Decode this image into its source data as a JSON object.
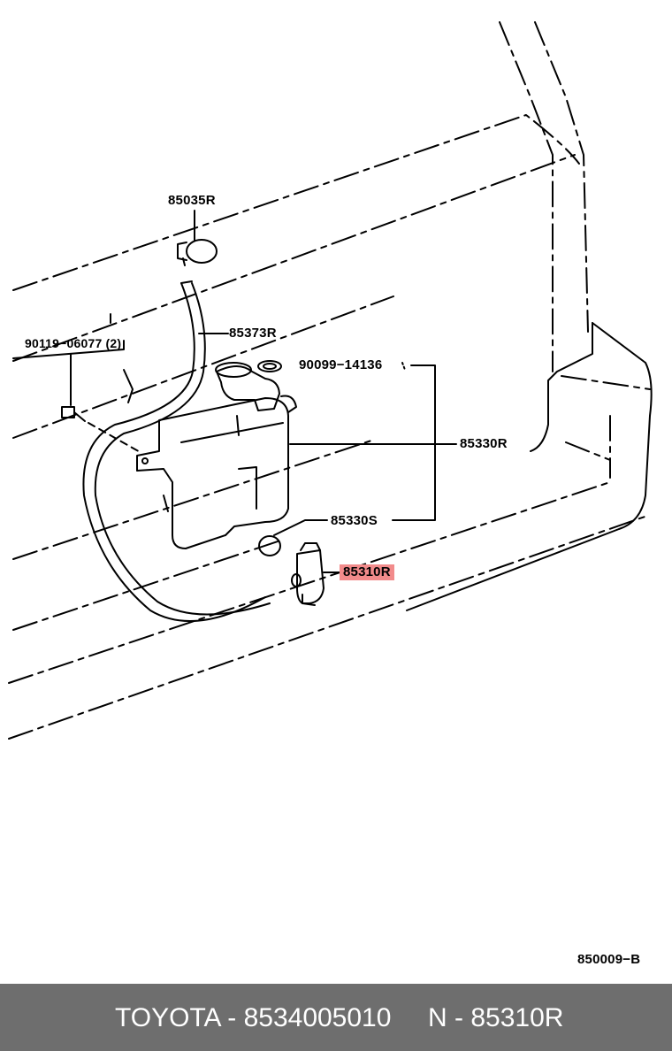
{
  "diagram": {
    "callouts": {
      "p85035R": "85035R",
      "p85373R": "85373R",
      "p90119": "90119−06077 (2)",
      "p90099": "90099−14136",
      "p85330R": "85330R",
      "p85330S": "85330S",
      "p85310R": "85310R"
    },
    "highlighted_part": "85310R",
    "highlight_color": "#f28b8b",
    "diagram_code": "850009−B"
  },
  "footer": {
    "brand_part": "TOYOTA - 8534005010",
    "ref_part": "N - 85310R",
    "background": "#6e6e6e"
  }
}
